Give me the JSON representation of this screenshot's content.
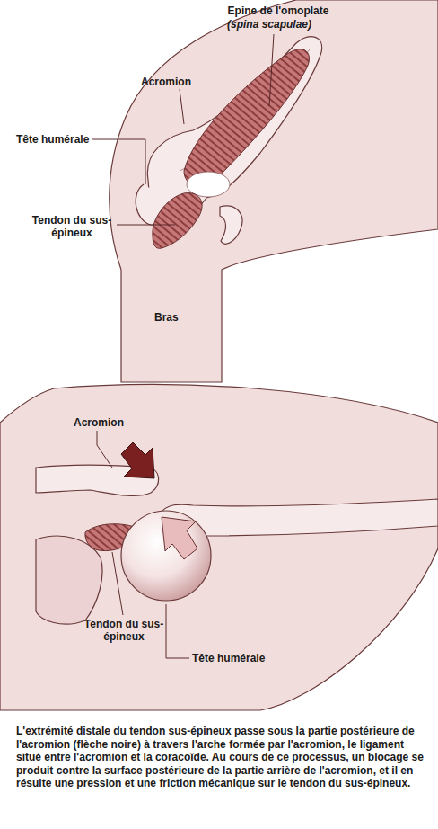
{
  "diagram": {
    "caption": "L'extrémité distale du tendon sus-épineux passe sous la partie postérieure de l'acromion (flèche noire) à travers l'arche formée par l'acromion, le ligament situé entre l'acromion et la coracoïde. Au cours de ce processus, un blocage se produit contre la surface postérieure de la partie arrière de l'acromion, et il en résulte une pression et une friction mécanique sur le tendon du sus-épineux.",
    "labels": [
      "Epine de l'omoplate",
      "(spina scapulae)",
      "Acromion",
      "Tête humérale",
      "Tendon du sus-épineux",
      "Bras",
      "Acromion",
      "Tendon du sus-épineux",
      "Tête humérale"
    ]
  }
}
